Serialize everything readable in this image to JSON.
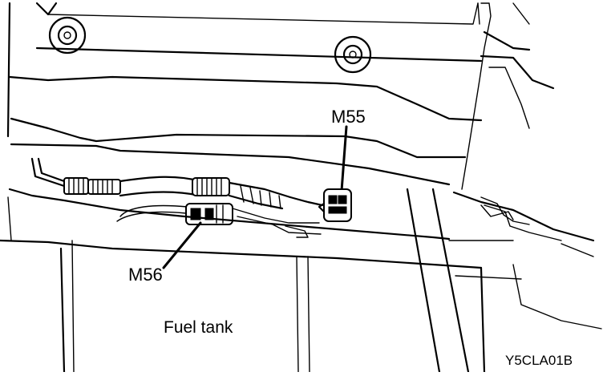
{
  "labels": {
    "connector_upper": "M55",
    "connector_lower": "M56",
    "fuel_tank": "Fuel tank",
    "figure_code": "Y5CLA01B"
  },
  "colors": {
    "line": "#000000",
    "background": "#ffffff"
  }
}
